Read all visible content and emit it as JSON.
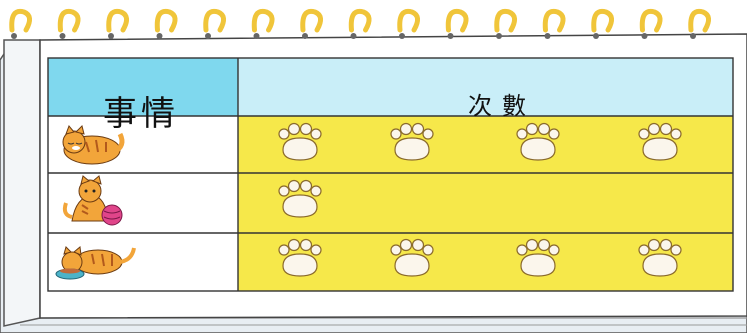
{
  "table": {
    "headers": {
      "activity": "事情",
      "count": "次數"
    },
    "rows": [
      {
        "icon": "sleeping-cat-icon",
        "paw_count": 4
      },
      {
        "icon": "cat-with-yarn-icon",
        "paw_count": 1
      },
      {
        "icon": "eating-cat-icon",
        "paw_count": 4
      }
    ]
  },
  "colors": {
    "header_left": "#7fd8ee",
    "header_right": "#c9eef8",
    "count_cells": "#f6e84a",
    "ring": "#f0c53a"
  }
}
